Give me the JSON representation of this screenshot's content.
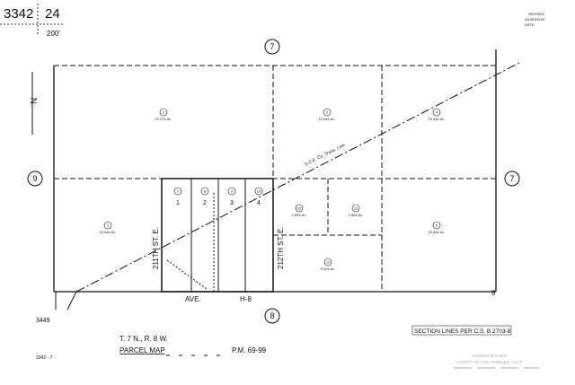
{
  "header": {
    "book": "3342",
    "page": "24",
    "scale": "200'"
  },
  "stamp_top_right": [
    "REVISED",
    "ASSESSOR",
    "DATE"
  ],
  "sections": {
    "north": "7",
    "west": "9",
    "east": "7",
    "south": "8"
  },
  "parcels": [
    {
      "id": "2",
      "area": "21.27± Ac."
    },
    {
      "id": "3",
      "area": "10.64± Ac."
    },
    {
      "id": "4",
      "area": "10.64± Ac."
    },
    {
      "id": "1",
      "area": "10.64± Ac."
    },
    {
      "id": "6",
      "area": "10.64± Ac."
    },
    {
      "id": "11",
      "area": "2.66± Ac."
    },
    {
      "id": "13",
      "area": "2.66± Ac."
    },
    {
      "id": "12",
      "area": "5.32± Ac."
    }
  ],
  "lots": [
    {
      "circle": "7",
      "lot": "1"
    },
    {
      "circle": "8",
      "lot": "2"
    },
    {
      "circle": "9",
      "lot": "3"
    },
    {
      "circle": "10",
      "lot": "4"
    }
  ],
  "streets": {
    "west": "211TH ST. E.",
    "east": "212TH ST. E.",
    "south_left": "AVE.",
    "south_right": "H-8",
    "east_end": "8"
  },
  "easement_label": "S.C.E. Co. Trans. Line",
  "north_arrow": "N",
  "adjacent_book": "3449",
  "footer": {
    "township": "T. 7 N., R. 8 W.",
    "parcel_map_label": "PARCEL MAP",
    "parcel_map_ref": "P.M. 69-99",
    "section_lines": "SECTION LINES PER C.S. B 2703-8",
    "code": "3342 - 7",
    "county_stamp": [
      "ASSESSOR'S MAP",
      "COUNTY OF LOS ANGELES, CALIF."
    ]
  }
}
